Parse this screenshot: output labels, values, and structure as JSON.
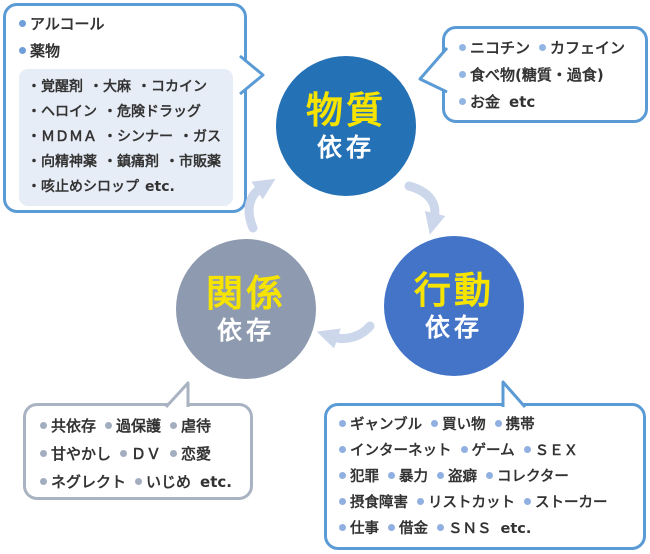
{
  "circles": {
    "substance": {
      "label": "物質",
      "sub": "依存",
      "color": "#2471b5"
    },
    "behavior": {
      "label": "行動",
      "sub": "依存",
      "color": "#4374c8"
    },
    "relationship": {
      "label": "関係",
      "sub": "依存",
      "color": "#8d9aaf"
    }
  },
  "bubbles": {
    "substance_left": {
      "lines": [
        [
          "アルコール"
        ],
        [
          "薬物"
        ]
      ],
      "sub_lines": [
        [
          "覚醒剤",
          "大麻",
          "コカイン"
        ],
        [
          "ヘロイン",
          "危険ドラッグ"
        ],
        [
          "ＭＤＭＡ",
          "シンナー",
          "ガス"
        ],
        [
          "向精神薬",
          "鎮痛剤",
          "市販薬"
        ],
        [
          "咳止めシロップ",
          "etc."
        ]
      ]
    },
    "substance_right": {
      "lines": [
        [
          "ニコチン",
          "カフェイン"
        ],
        [
          "食べ物(糖質・過食)"
        ],
        [
          "お金",
          "etc"
        ]
      ]
    },
    "relationship_bottom": {
      "lines": [
        [
          "共依存",
          "過保護",
          "虐待"
        ],
        [
          "甘やかし",
          "ＤＶ",
          "恋愛"
        ],
        [
          "ネグレクト",
          "いじめ",
          "etc."
        ]
      ]
    },
    "behavior_bottom": {
      "lines": [
        [
          "ギャンブル",
          "買い物",
          "携帯"
        ],
        [
          "インターネット",
          "ゲーム",
          "ＳＥＸ"
        ],
        [
          "犯罪",
          "暴力",
          "盗癖",
          "コレクター"
        ],
        [
          "摂食障害",
          "リストカット",
          "ストーカー"
        ],
        [
          "仕事",
          "借金",
          "ＳＮＳ",
          "etc."
        ]
      ]
    }
  },
  "colors": {
    "substance_circle": "#2471b5",
    "behavior_circle": "#4374c8",
    "relationship_circle": "#8d9aaf",
    "circle_title_yellow": "#f6e400",
    "circle_sub_white": "#ffffff",
    "bubble_border_blue": "#5b9bd5",
    "bubble_border_gray": "#a9b3c2",
    "sub_box_bg": "#e7edf6",
    "arrow": "#ccd7eb",
    "text": "#333333"
  }
}
